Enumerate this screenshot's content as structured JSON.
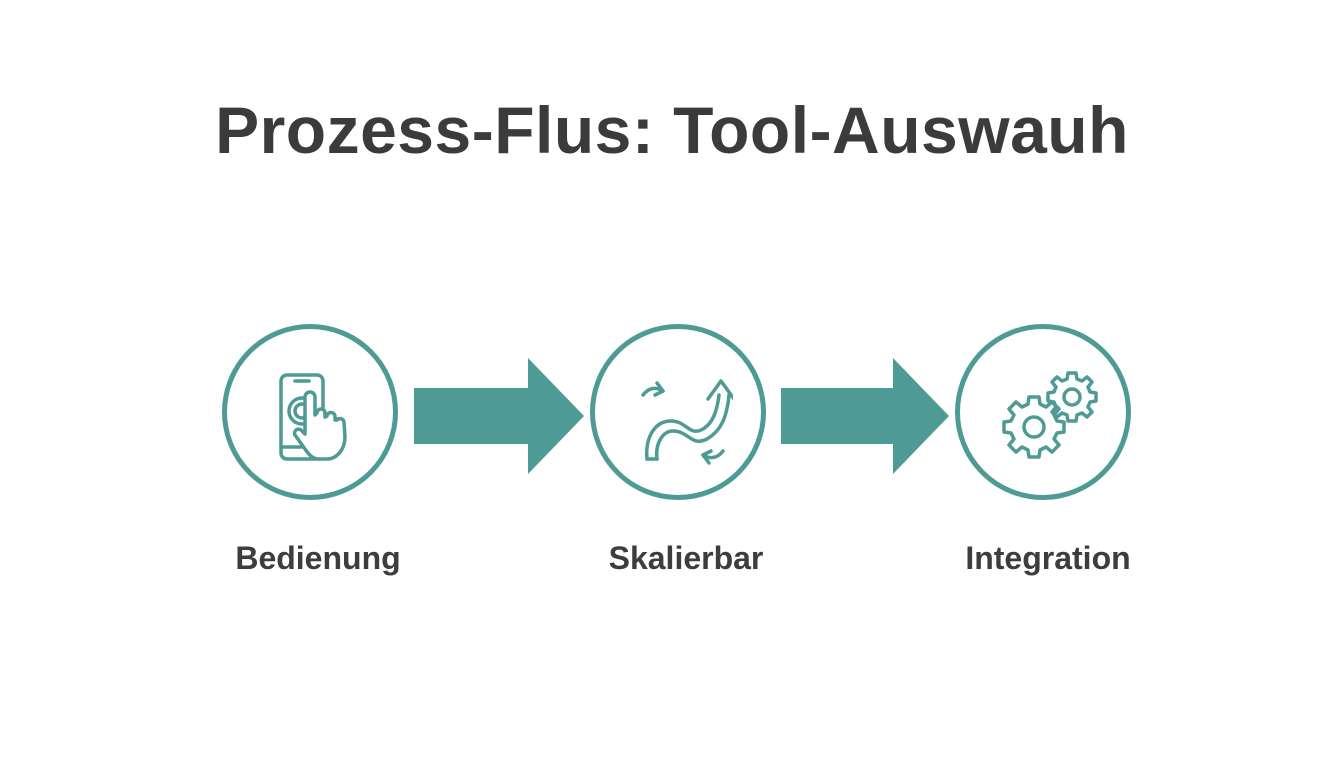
{
  "title": "Prozess-Flus: Tool-Auswauh",
  "accent_color": "#4e9a94",
  "steps": [
    {
      "label": "Bedienung",
      "icon": "touch-phone-icon"
    },
    {
      "label": "Skalierbar",
      "icon": "scaling-curve-arrows-icon"
    },
    {
      "label": "Integration",
      "icon": "gears-icon"
    }
  ]
}
